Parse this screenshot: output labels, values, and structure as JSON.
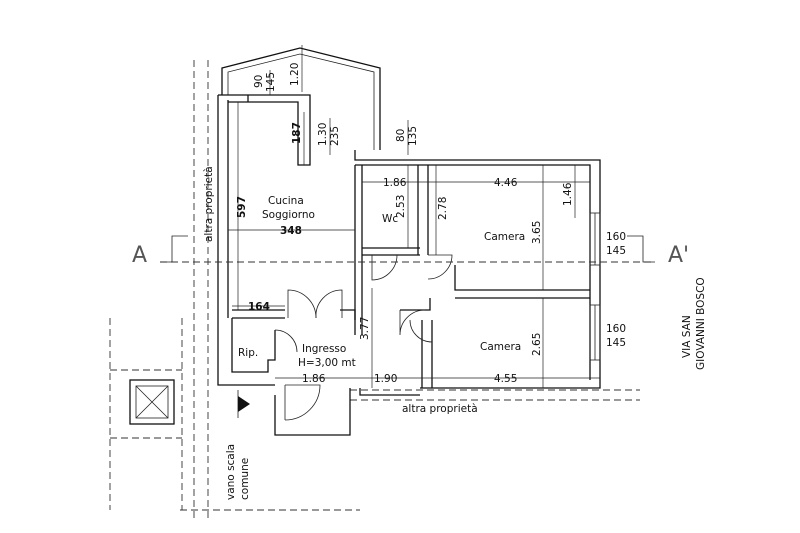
{
  "rooms": {
    "cucina": "Cucina",
    "soggiorno": "Soggiorno",
    "wc": "Wc",
    "camera_1": "Camera",
    "camera_2": "Camera",
    "ripostiglio": "Rip.",
    "ingresso": "Ingresso",
    "ingresso_height": "H=3,00 mt"
  },
  "labels": {
    "altra_left": "altra proprietà",
    "altra_bottom": "altra proprietà",
    "vano_scala_1": "vano scala",
    "vano_scala_2": "comune",
    "street_1": "VIA SAN",
    "street_2": "GIOVANNI BOSCO",
    "section_left": "A",
    "section_right": "A'"
  },
  "dimensions": {
    "d_120": "1.20",
    "d_90": "90",
    "d_145_top": "145",
    "d_187": "187",
    "d_130": "1.30",
    "d_235": "235",
    "d_80": "80",
    "d_135": "135",
    "d_186_top": "1.86",
    "d_446": "4.46",
    "d_146": "1.46",
    "d_597": "597",
    "d_348": "348",
    "d_253": "2.53",
    "d_278": "2.78",
    "d_365": "3.65",
    "d_160_a": "160",
    "d_145_a": "145",
    "d_164": "164",
    "d_377": "3.77",
    "d_265": "2.65",
    "d_160_b": "160",
    "d_145_b": "145",
    "d_186_bottom": "1.86",
    "d_190": "1.90",
    "d_455": "4.55"
  }
}
